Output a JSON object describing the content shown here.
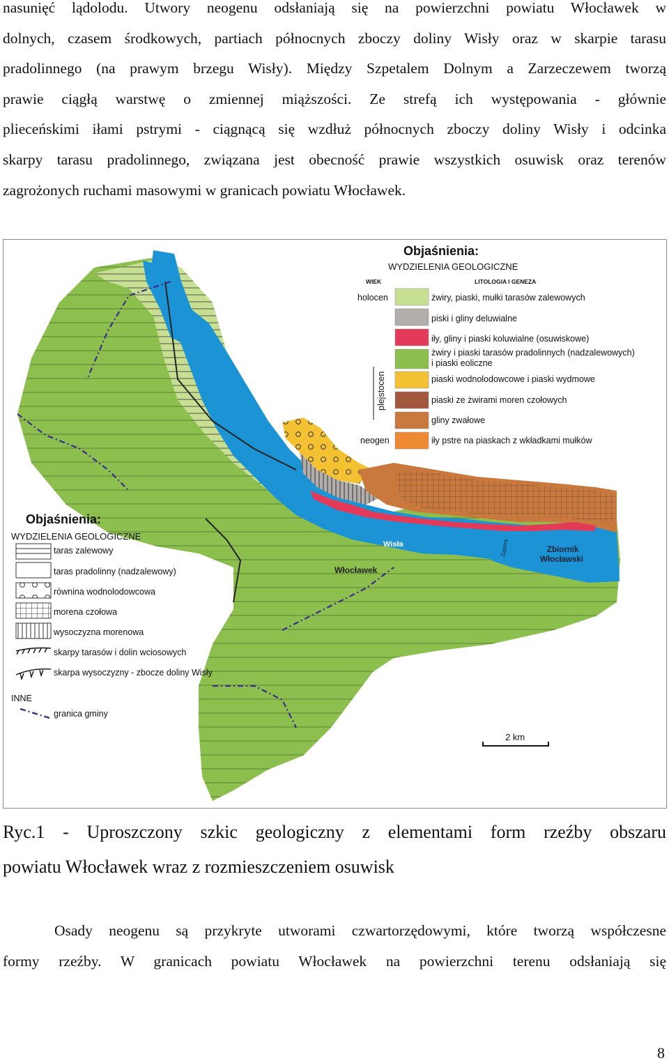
{
  "paragraph_top": {
    "lines": [
      "nasunięć lądolodu. Utwory neogenu odsłaniają się na powierzchni powiatu Włocławek w",
      "dolnych, czasem środkowych, partiach północnych zboczy doliny Wisły oraz w skarpie tarasu",
      "pradolinnego (na prawym brzegu Wisły). Między Szpetalem Dolnym a Zarzeczewem tworzą",
      "prawie ciągłą warstwę o zmiennej miąższości. Ze strefą ich występowania - głównie",
      "plieceńskimi iłami pstrymi - ciągnącą się wzdłuż północnych zboczy doliny Wisły i odcinka",
      "skarpy tarasu pradolinnego, związana jest obecność prawie wszystkich osuwisk oraz terenów",
      "zagrożonych ruchami masowymi w granicach powiatu Włocławek."
    ]
  },
  "map": {
    "legend_right": {
      "title": "Objaśnienia:",
      "subtitle": "WYDZIELENIA GEOLOGICZNE",
      "col_age": "WIEK",
      "col_lith": "LITOLOGIA I GENEZA",
      "age_holocen": "holocen",
      "age_plejstocen": "plejstocen",
      "age_neogen": "neogen",
      "items": [
        {
          "color": "#c6df92",
          "label": "żwiry, piaski, mułki tarasów zalewowych"
        },
        {
          "color": "#b1aeab",
          "label": "piski i gliny deluwialne"
        },
        {
          "color": "#e23a58",
          "label": "iły, gliny i piaski koluwialne (osuwiskowe)"
        },
        {
          "color": "#8cbf4e",
          "label": "żwiry i piaski tarasów pradolinnych (nadzalewowych)",
          "label2": "i piaski eoliczne"
        },
        {
          "color": "#f4c132",
          "label": "piaski wodnolodowcowe i piaski wydmowe"
        },
        {
          "color": "#a2583c",
          "label": "piaski ze żwirami moren czołowych"
        },
        {
          "color": "#c9783e",
          "label": "gliny zwałowe"
        },
        {
          "color": "#ef8a34",
          "label": "iły pstre na piaskach z wkładkami mułków"
        }
      ]
    },
    "legend_left": {
      "title": "Objaśnienia:",
      "subtitle": "WYDZIELENIA GEOLOGICZNE",
      "items": [
        {
          "pattern": "horizontal",
          "label": "taras zalewowy"
        },
        {
          "pattern": "blank",
          "label": "taras pradolinny (nadzalewowy)"
        },
        {
          "pattern": "circles",
          "label": "równina wodnolodowcowa"
        },
        {
          "pattern": "grid",
          "label": "morena czołowa"
        },
        {
          "pattern": "vertical",
          "label": "wysoczyzna morenowa"
        },
        {
          "pattern": "ticks",
          "label": "skarpy tarasów i dolin wciosowych"
        },
        {
          "pattern": "vticks",
          "label": "skarpa wysoczyzny - zbocze doliny Wisły"
        }
      ],
      "other_heading": "INNE",
      "boundary_label": "granica gminy"
    },
    "labels": {
      "wloclawek": "Włocławek",
      "wisla": "Wisła",
      "reservoir_1": "Zbiornik",
      "reservoir_2": "Włocławski",
      "dam": "Zapora"
    },
    "scale_label": "2 km"
  },
  "caption": {
    "lines": [
      "Ryc.1 - Uproszczony szkic geologiczny z elementami form rzeźby obszaru",
      "powiatu Włocławek wraz z rozmieszczeniem osuwisk"
    ]
  },
  "paragraph_bottom": {
    "lines": [
      "Osady neogenu są przykryte utworami czwartorzędowymi, które tworzą współczesne",
      "formy rzeźby. W granicach powiatu Włocławek na powierzchni terenu odsłaniają się"
    ]
  },
  "page_number": "8",
  "colors": {
    "water": "#1b93d5",
    "floodplain": "#c6df92",
    "terrace": "#8cbf4e",
    "upland": "#8cbf4e",
    "boundary": "#3a2a8c"
  }
}
